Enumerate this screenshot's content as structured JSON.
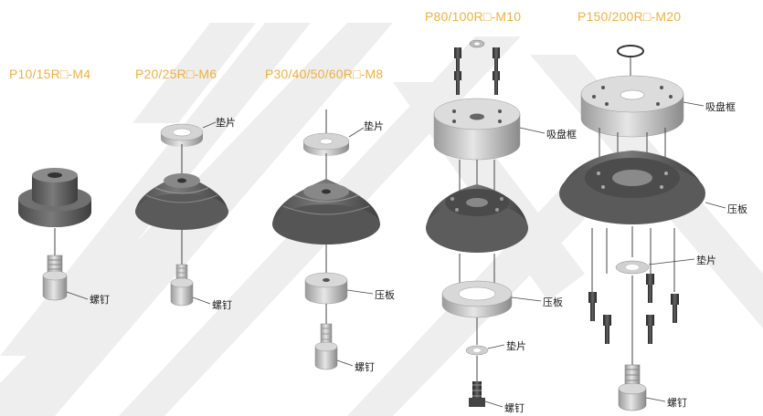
{
  "colors": {
    "title": "#f0b040",
    "metal": "#c8c8c8",
    "rubber": "#6a6a6a",
    "watermark": "#eeeeee"
  },
  "groups": [
    {
      "title": "P10/15R□-M4",
      "labels": {
        "screw": "螺钉"
      }
    },
    {
      "title": "P20/25R□-M6",
      "labels": {
        "washer": "垫片",
        "screw": "螺钉"
      }
    },
    {
      "title": "P30/40/50/60R□-M8",
      "labels": {
        "washer": "垫片",
        "plate": "压板",
        "screw": "螺钉"
      }
    },
    {
      "title": "P80/100R□-M10",
      "labels": {
        "frame": "吸盘框",
        "plate": "压板",
        "washer": "垫片",
        "screw": "螺钉"
      }
    },
    {
      "title": "P150/200R□-M20",
      "labels": {
        "frame": "吸盘框",
        "plate": "压板",
        "washer": "垫片",
        "screw": "螺钉"
      }
    }
  ]
}
